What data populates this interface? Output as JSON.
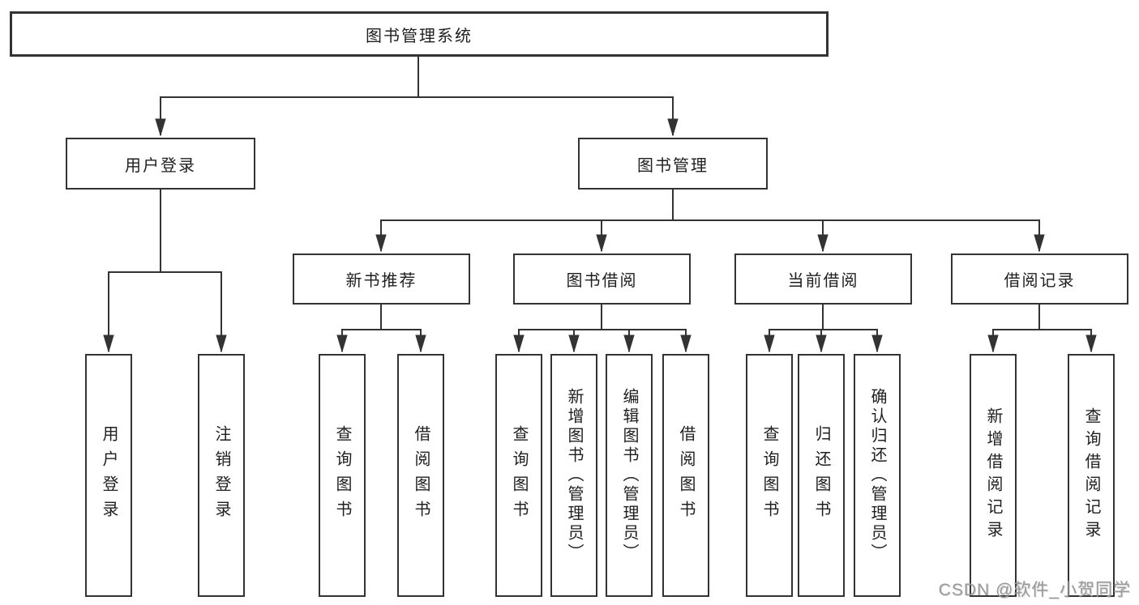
{
  "diagram": {
    "title": "图书管理系统",
    "colors": {
      "line": "#333333",
      "border": "#333333",
      "text": "#1f1f1f",
      "background": "#ffffff",
      "watermark": "#9a9a9a"
    },
    "nodes": {
      "root": {
        "label": "图书管理系统"
      },
      "user_login": {
        "label": "用户登录"
      },
      "book_mgmt": {
        "label": "图书管理"
      },
      "new_book_rec": {
        "label": "新书推荐"
      },
      "book_borrow": {
        "label": "图书借阅"
      },
      "current_borrow": {
        "label": "当前借阅"
      },
      "borrow_records": {
        "label": "借阅记录"
      },
      "leaf_user_login": {
        "label": "用户登录"
      },
      "leaf_logout": {
        "label": "注销登录"
      },
      "leaf_rec_query_books": {
        "label": "查询图书"
      },
      "leaf_rec_borrow_books": {
        "label": "借阅图书"
      },
      "leaf_bb_query_books": {
        "label": "查询图书"
      },
      "leaf_bb_add_books": {
        "label": "新增图书（管理员）"
      },
      "leaf_bb_edit_books": {
        "label": "编辑图书（管理员）"
      },
      "leaf_bb_borrow_books": {
        "label": "借阅图书"
      },
      "leaf_cb_query_books": {
        "label": "查询图书"
      },
      "leaf_cb_return_books": {
        "label": "归还图书"
      },
      "leaf_cb_confirm_return": {
        "label": "确认归还（管理员）"
      },
      "leaf_br_add_record": {
        "label": "新增借阅记录"
      },
      "leaf_br_query_record": {
        "label": "查询借阅记录"
      }
    },
    "watermark": "CSDN @软件_小贺同学"
  }
}
